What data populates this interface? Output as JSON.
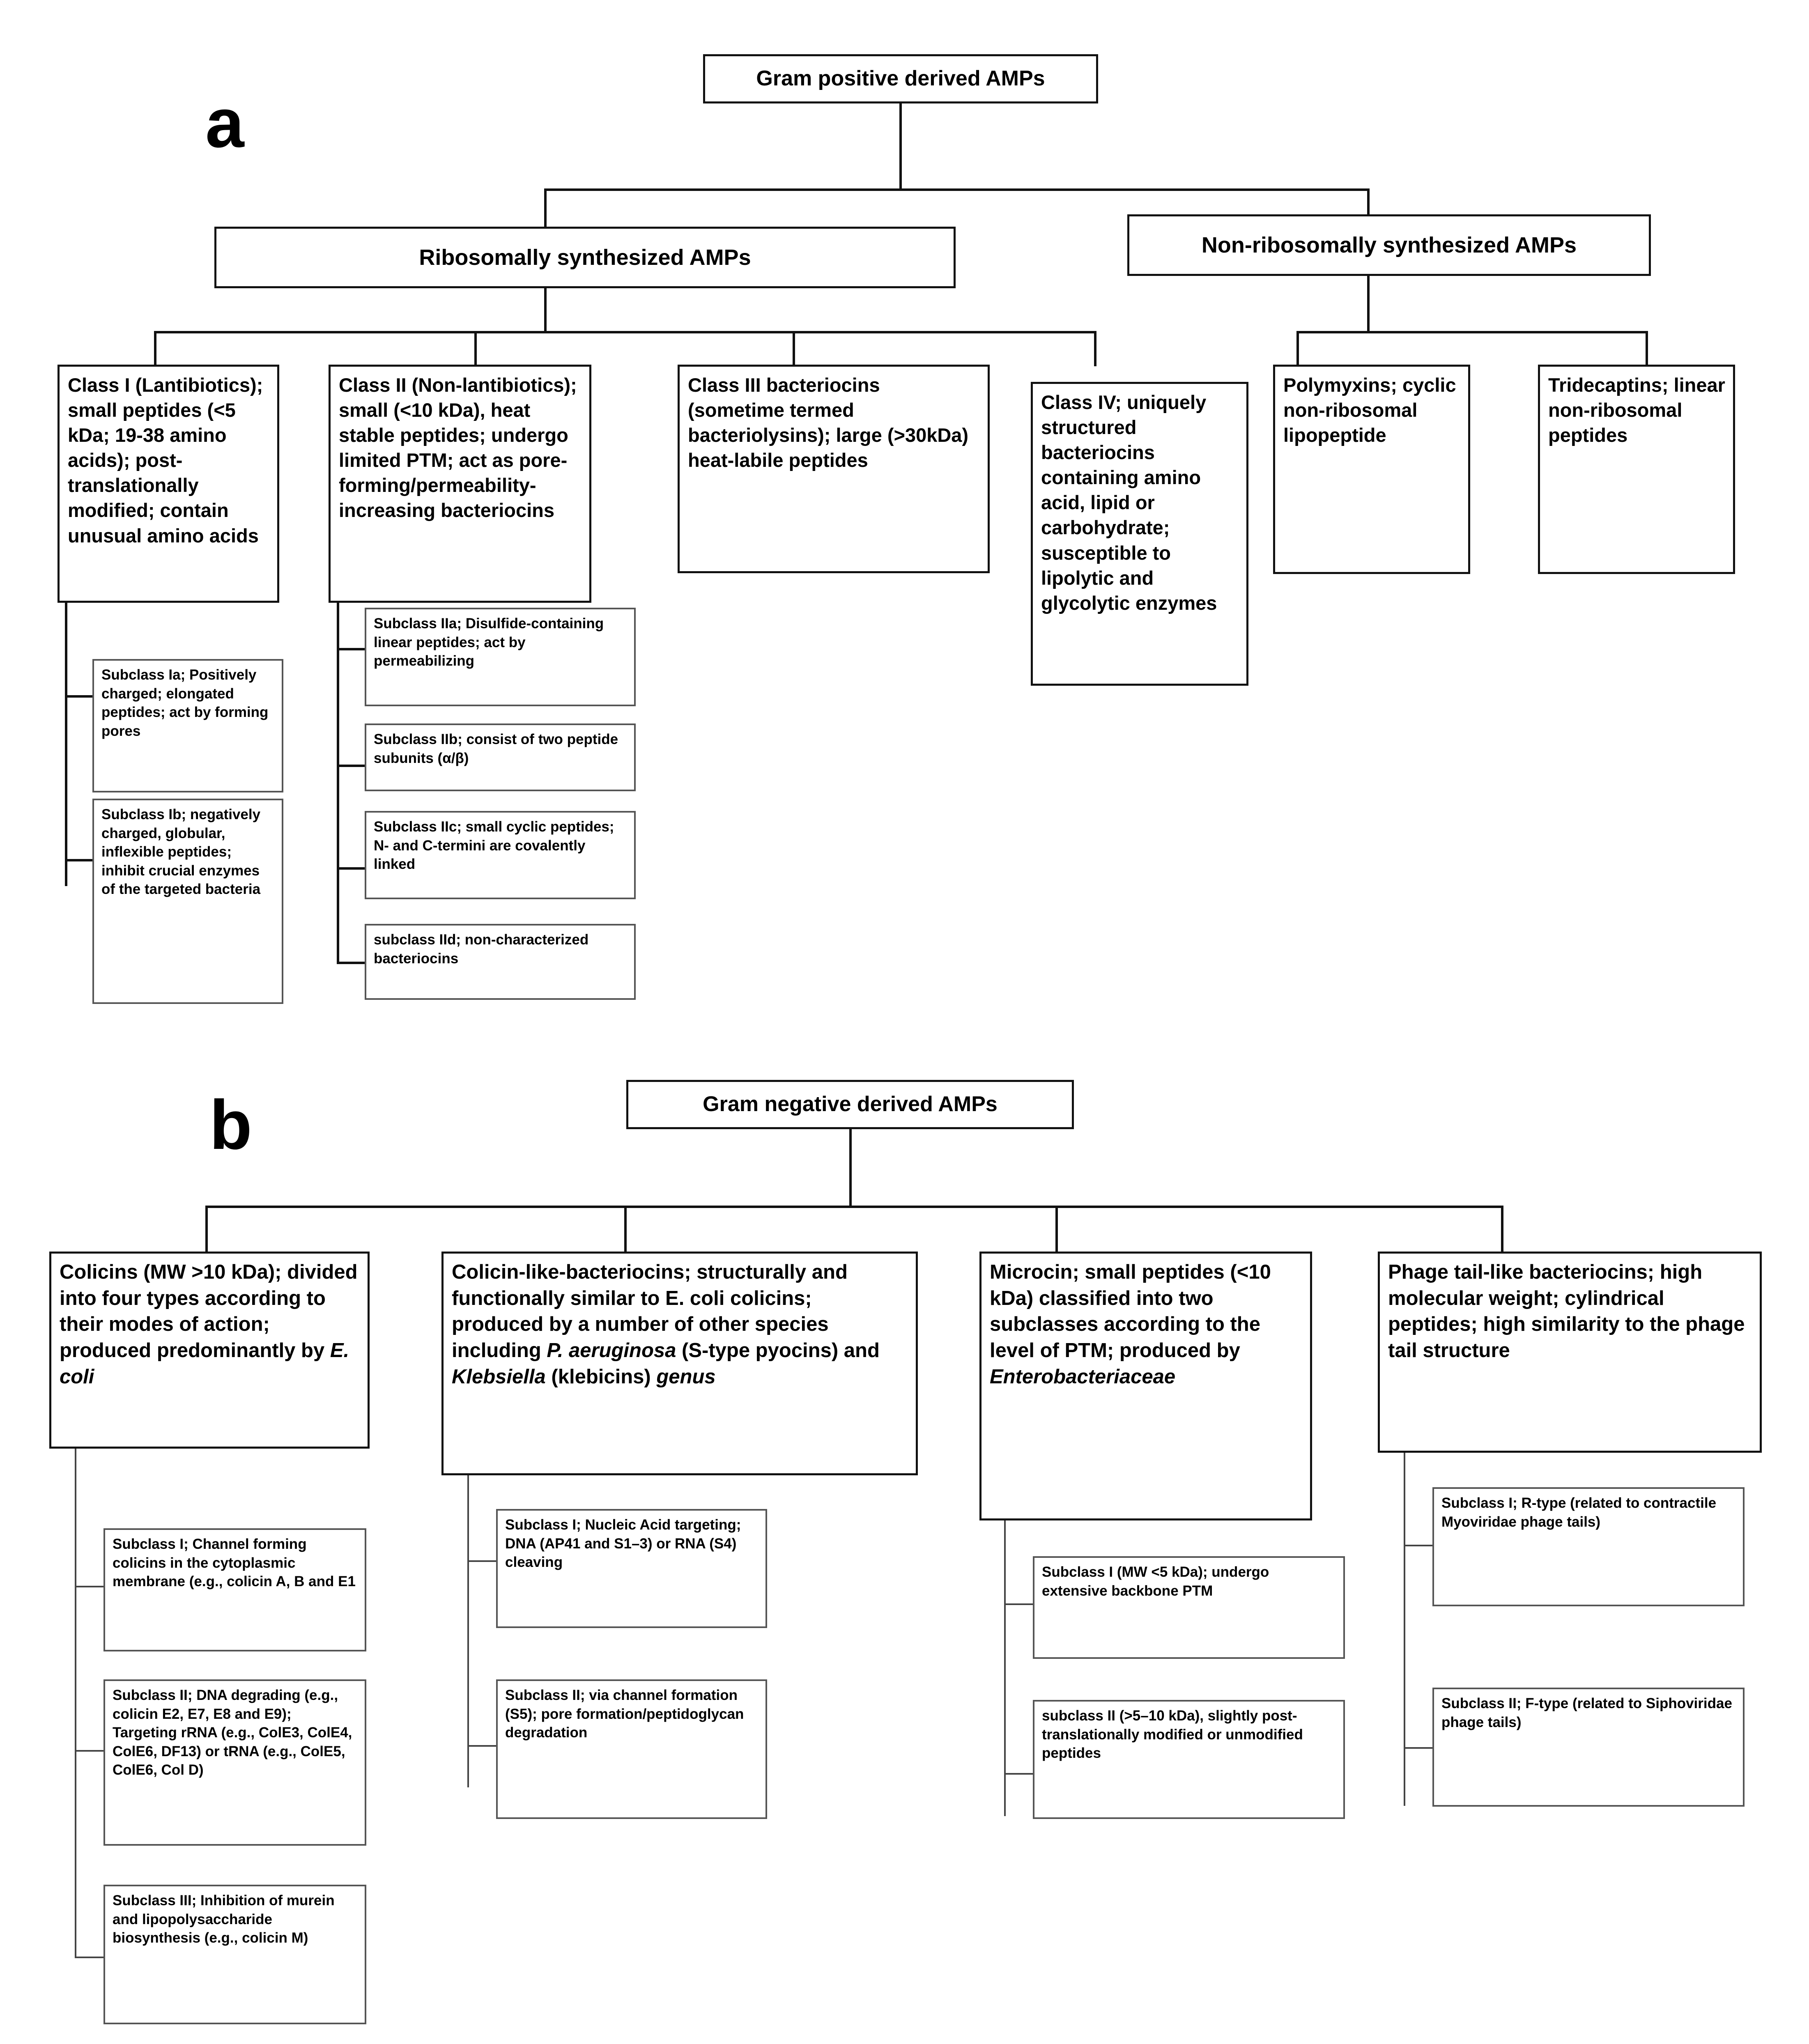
{
  "figure": {
    "panels": [
      {
        "letter": "a",
        "title": "Gram positive derived AMPs"
      },
      {
        "letter": "b",
        "title": "Gram negative derived AMPs"
      }
    ]
  },
  "panel_a": {
    "root": "Gram positive derived AMPs",
    "level1": [
      "Ribosomally synthesized AMPs",
      "Non-ribosomally synthesized AMPs"
    ],
    "ribosomal_classes": [
      "Class I (Lantibiotics); small peptides (<5 kDa; 19-38 amino acids); post-translationally modified; contain unusual amino acids",
      "Class II (Non-lantibiotics); small (<10 kDa), heat stable peptides; undergo limited PTM; act as pore-forming/permeability-increasing bacteriocins",
      "Class III bacteriocins (sometime termed bacteriolysins); large (>30kDa) heat-labile peptides",
      "Class IV; uniquely structured bacteriocins containing amino acid, lipid or carbohydrate; susceptible to lipolytic and glycolytic enzymes"
    ],
    "nonribosomal_classes": [
      "Polymyxins; cyclic non-ribosomal lipopeptide",
      "Tridecaptins; linear non-ribosomal peptides"
    ],
    "class1_subclasses": [
      "Subclass Ia; Positively charged; elongated peptides; act by forming pores",
      "Subclass Ib; negatively charged, globular, inflexible peptides; inhibit crucial enzymes of the targeted bacteria"
    ],
    "class2_subclasses": [
      "Subclass IIa; Disulfide-containing linear peptides; act by permeabilizing",
      "Subclass IIb; consist of two peptide subunits (α/β)",
      "Subclass IIc; small cyclic peptides; N- and C-termini are covalently linked",
      "subclass IId; non-characterized bacteriocins"
    ]
  },
  "panel_b": {
    "root": "Gram negative derived AMPs",
    "groups": [
      {
        "title_plain_1": "Colicins (MW >10 kDa); divided into four types according to their modes of action; produced predominantly by ",
        "title_italic_1": "E. coli",
        "title_plain_2": "",
        "subclasses": [
          "Subclass I; Channel forming colicins in the cytoplasmic membrane (e.g., colicin A, B and E1",
          "Subclass II; DNA degrading (e.g., colicin E2, E7, E8 and E9); Targeting rRNA (e.g., ColE3, ColE4, ColE6, DF13) or tRNA (e.g., ColE5, ColE6, Col D)",
          "Subclass III; Inhibition of murein and lipopolysaccharide biosynthesis (e.g., colicin M)"
        ]
      },
      {
        "title_plain_1": "Colicin-like-bacteriocins; structurally and functionally similar to E. coli colicins; produced by a number of other species including ",
        "title_italic_1": "P. aeruginosa",
        "title_plain_2": " (S-type pyocins) and ",
        "title_italic_2": "Klebsiella",
        "title_plain_3": " (klebicins) ",
        "title_italic_3": "genus",
        "subclasses": [
          "Subclass I; Nucleic Acid targeting; DNA (AP41 and S1–3) or RNA (S4) cleaving",
          "Subclass II; via channel formation (S5); pore formation/peptidoglycan degradation"
        ]
      },
      {
        "title_plain_1": "Microcin; small peptides (<10 kDa) classified into two subclasses according to the level of PTM; produced by ",
        "title_italic_1": "Enterobacteriaceae",
        "subclasses": [
          "Subclass I (MW <5 kDa); undergo extensive backbone PTM",
          "subclass II (>5–10 kDa), slightly post-translationally modified or unmodified peptides"
        ]
      },
      {
        "title_plain_1": "Phage tail-like bacteriocins; high molecular weight; cylindrical peptides; high similarity to the phage tail structure",
        "subclasses": [
          "Subclass I; R-type (related to contractile Myoviridae phage tails)",
          "Subclass II; F-type (related to Siphoviridae phage tails)"
        ]
      }
    ]
  },
  "colors": {
    "line": "#111111",
    "box_border": "#111111",
    "sub_border": "#555555",
    "background": "#ffffff",
    "text": "#000000"
  }
}
